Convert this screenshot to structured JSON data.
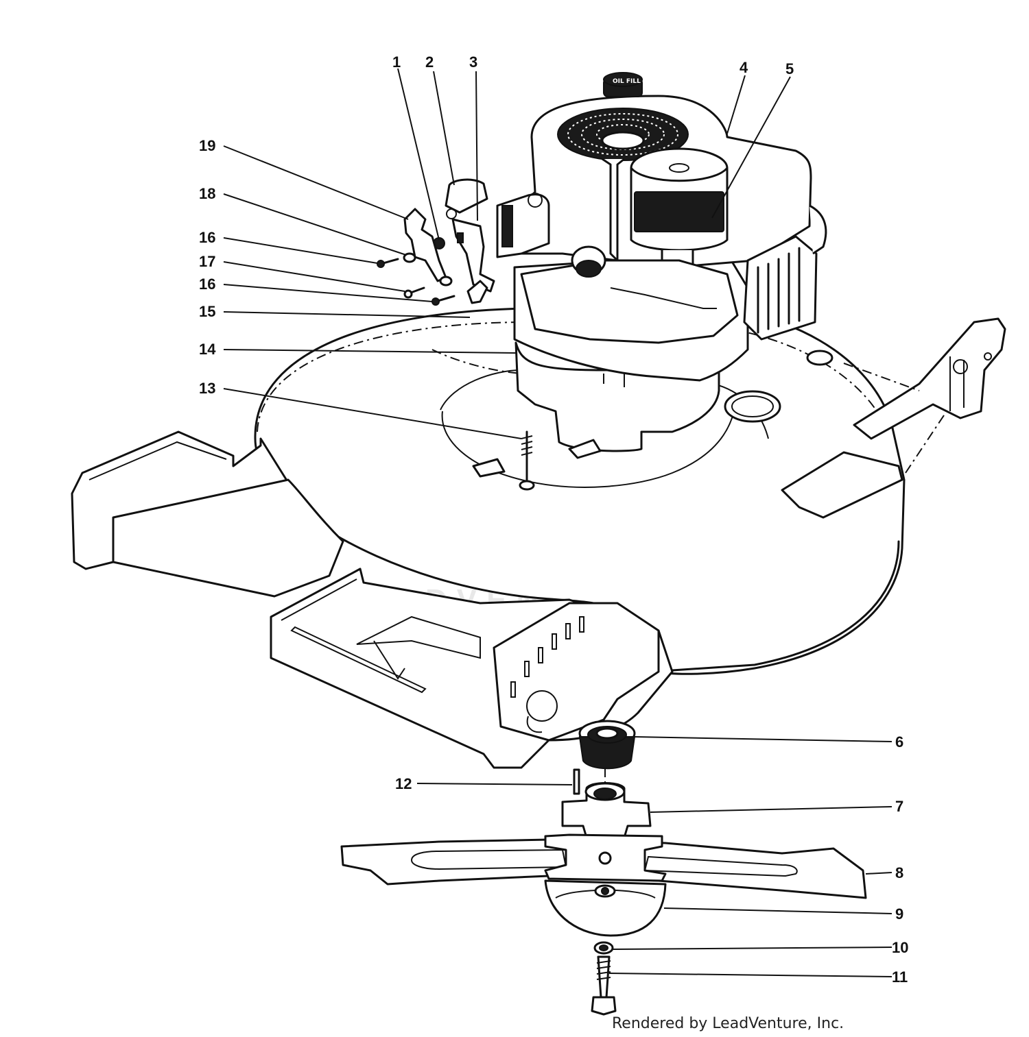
{
  "diagram": {
    "callouts": [
      "1",
      "2",
      "3",
      "4",
      "5",
      "6",
      "7",
      "8",
      "9",
      "10",
      "11",
      "12",
      "13",
      "14",
      "15",
      "16",
      "16",
      "17",
      "18",
      "19"
    ],
    "watermark_text": "LEADVENTURE",
    "oil_cap_text": "OIL FILL",
    "credit": "Rendered by LeadVenture, Inc."
  }
}
